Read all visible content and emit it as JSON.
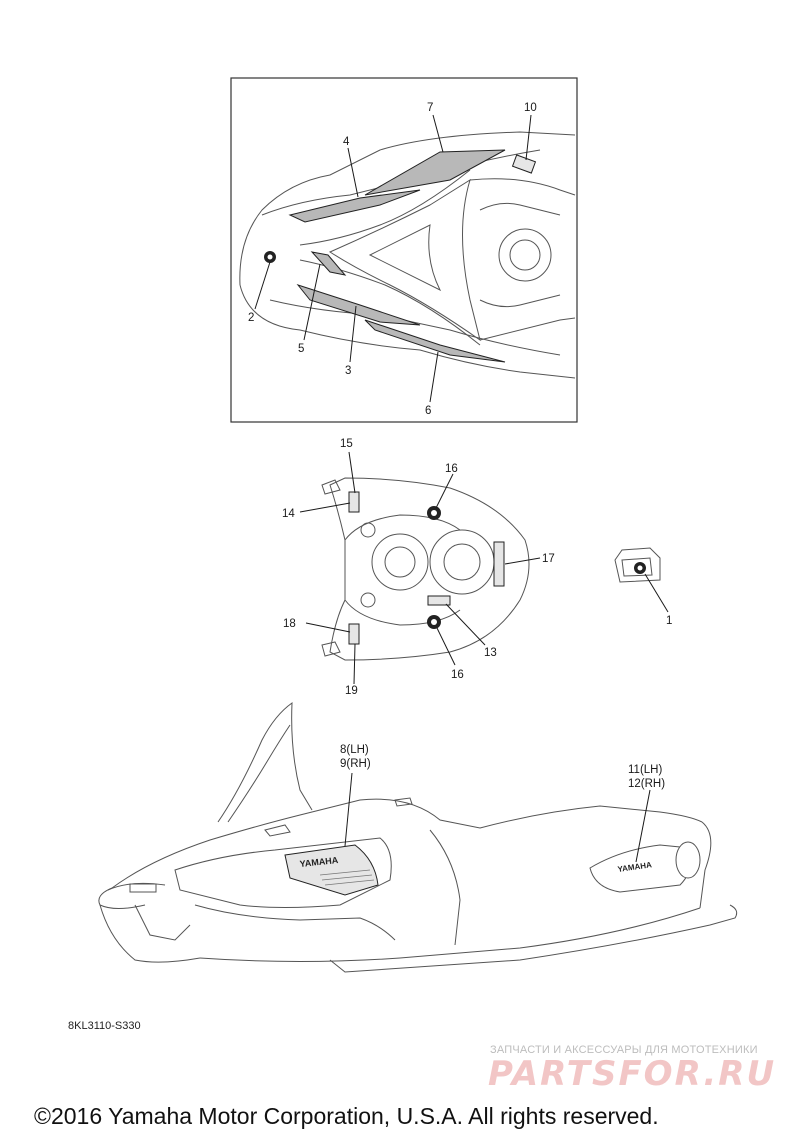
{
  "callouts": {
    "c1": "1",
    "c2": "2",
    "c3": "3",
    "c4": "4",
    "c5": "5",
    "c6": "6",
    "c7": "7",
    "c8": "8(LH)",
    "c9": "9(RH)",
    "c10": "10",
    "c11": "11(LH)",
    "c12": "12(RH)",
    "c13": "13",
    "c14": "14",
    "c15": "15",
    "c16a": "16",
    "c16b": "16",
    "c17": "17",
    "c18": "18",
    "c19": "19"
  },
  "decal_text": {
    "yamaha_side": "YAMAHA",
    "yamaha_rear": "YAMAHA"
  },
  "diagram_code": "8KL3110-S330",
  "watermark": {
    "tagline": "ЗАПЧАСТИ И АКСЕССУАРЫ ДЛЯ МОТОТЕХНИКИ",
    "logo": "PARTSFOR.RU"
  },
  "copyright": "©2016 Yamaha Motor Corporation, U.S.A. All rights reserved.",
  "colors": {
    "line": "#555555",
    "decal": "#b8b8b8",
    "watermark": "#f2c6c6"
  }
}
